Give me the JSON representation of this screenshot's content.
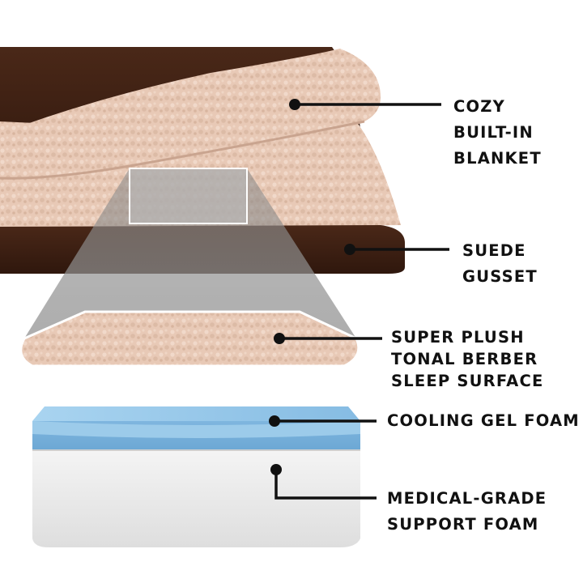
{
  "colors": {
    "suede": "#3b1f14",
    "berber": "#e6c7b4",
    "gel_foam": "#8fc3e6",
    "support_foam": "#eaeaea",
    "leader": "#111111"
  },
  "callouts": [
    {
      "id": "cozy-built-in-blanket",
      "lines": [
        "COZY",
        "BUILT-IN",
        "BLANKET"
      ]
    },
    {
      "id": "suede-gusset",
      "lines": [
        "SUEDE",
        "GUSSET"
      ]
    },
    {
      "id": "super-plush-tonal-berber-sleep-surface",
      "lines": [
        "SUPER PLUSH",
        "TONAL BERBER",
        "SLEEP SURFACE"
      ]
    },
    {
      "id": "cooling-gel-foam",
      "lines": [
        "COOLING GEL FOAM"
      ]
    },
    {
      "id": "medical-grade-support-foam",
      "lines": [
        "MEDICAL-GRADE",
        "SUPPORT FOAM"
      ]
    }
  ]
}
